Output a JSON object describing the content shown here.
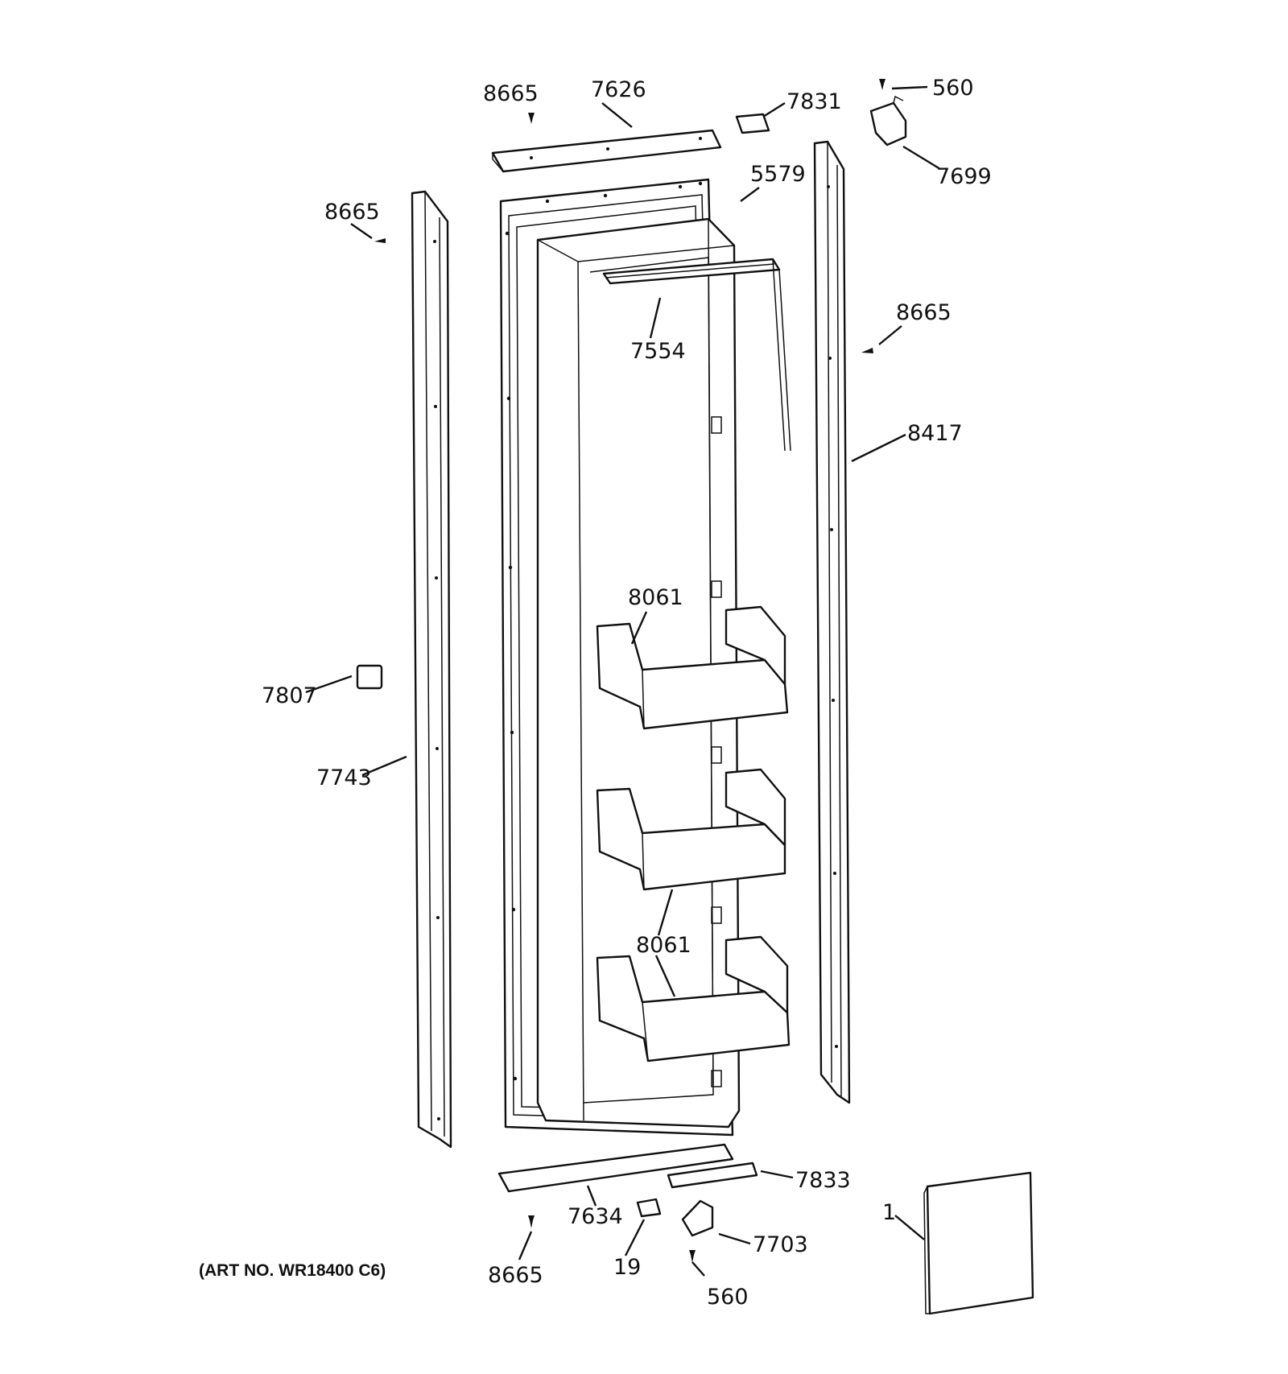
{
  "art_no": "(ART NO. WR18400 C6)",
  "parts": {
    "p8665_top": "8665",
    "p7626": "7626",
    "p7831": "7831",
    "p560_top": "560",
    "p7699": "7699",
    "p5579": "5579",
    "p8665_left": "8665",
    "p8665_right": "8665",
    "p7554": "7554",
    "p8417": "8417",
    "p8061_top": "8061",
    "p7807": "7807",
    "p7743": "7743",
    "p8061_bottom": "8061",
    "p7833": "7833",
    "p7634": "7634",
    "p7703": "7703",
    "p1": "1",
    "p19": "19",
    "p8665_bottom": "8665",
    "p560_bottom": "560"
  }
}
